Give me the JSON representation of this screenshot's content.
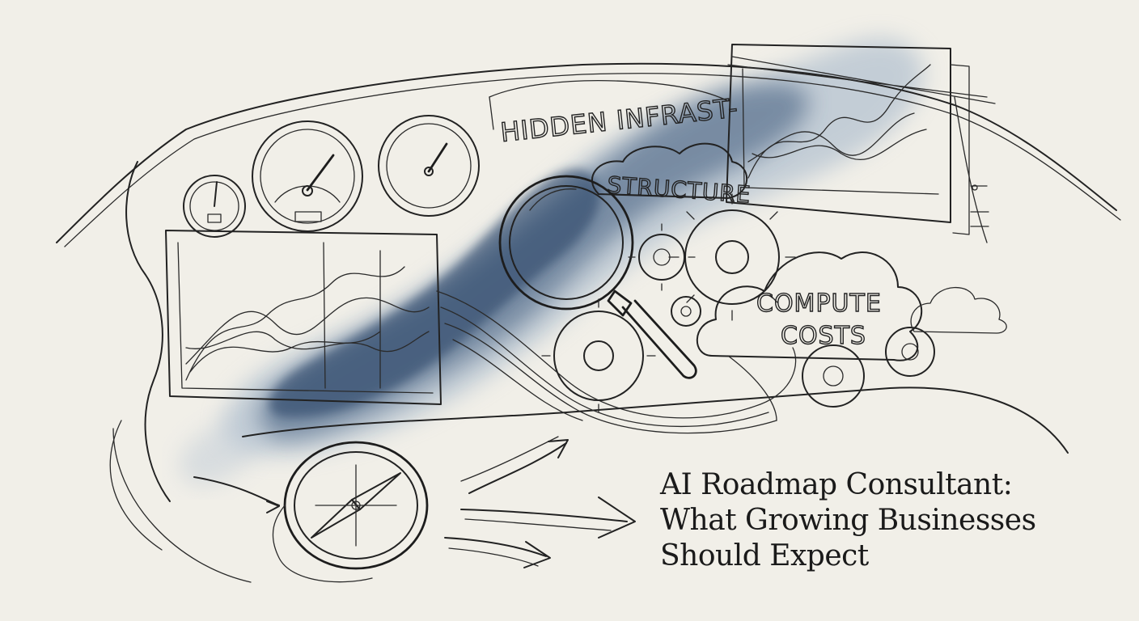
{
  "illustration": {
    "labels": {
      "hidden_line1": "HIDDEN INFRAST-",
      "hidden_line2": "STRUCTURE",
      "compute_line1": "COMPUTE",
      "compute_line2": "COSTS"
    },
    "icons": [
      "gauge-icon",
      "magnifying-glass-icon",
      "gear-icon",
      "cloud-icon",
      "compass-icon",
      "arrow-icon",
      "line-chart-icon"
    ],
    "colors": {
      "paper": "#f1efe8",
      "ink": "#222222",
      "watercolor_dark": "#2f4a6e",
      "watercolor_light": "#9fb2c8"
    }
  },
  "headline": {
    "line1": "AI Roadmap Consultant:",
    "line2": "What Growing Businesses",
    "line3": "Should Expect"
  }
}
